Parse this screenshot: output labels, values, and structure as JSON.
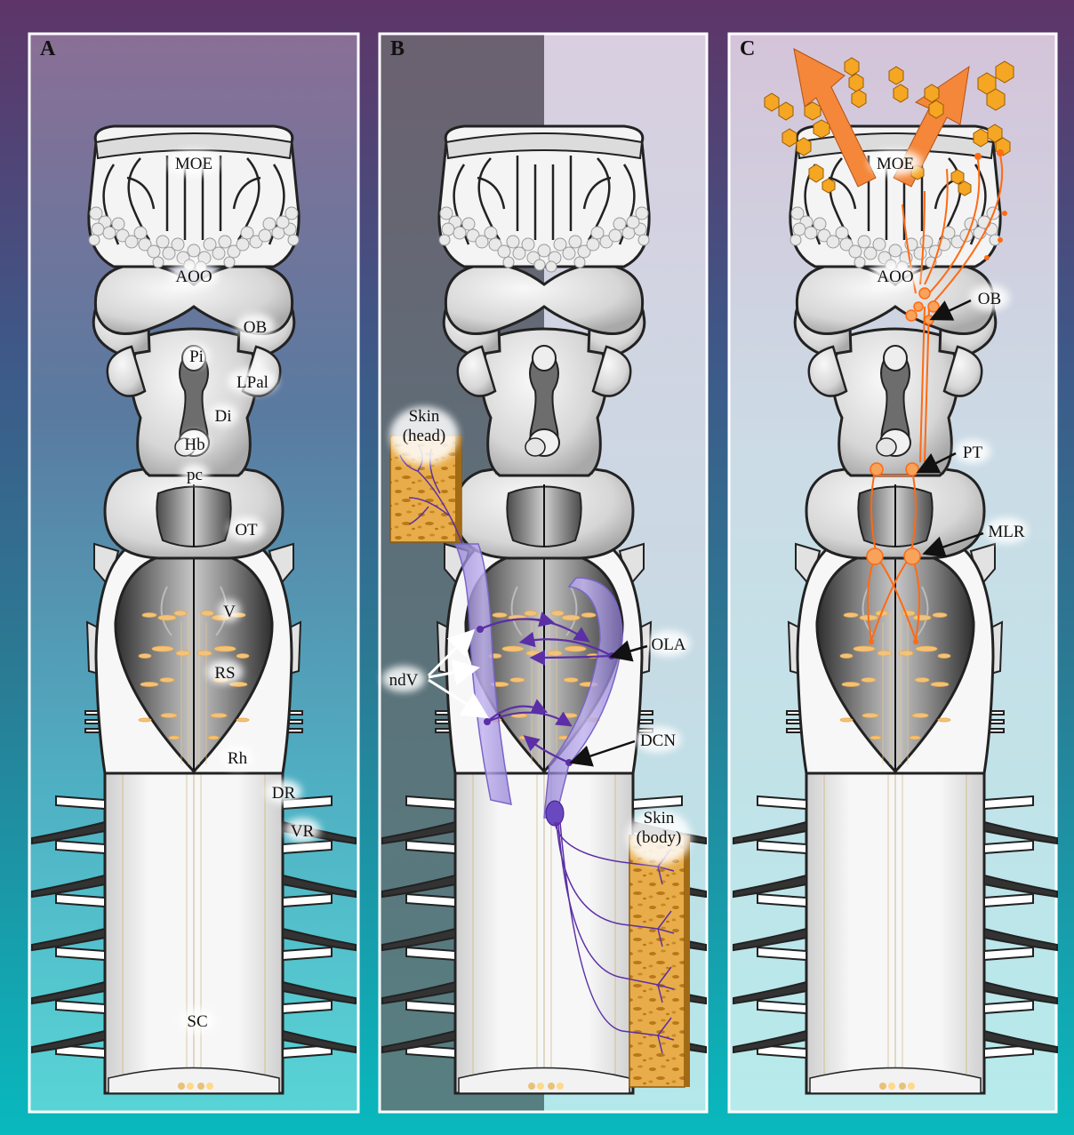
{
  "colors": {
    "frame_top": "#5e3568",
    "frame_bottom": "#08b9be",
    "trigeminal": "#5b2fa6",
    "olfactory": "#ff6a13",
    "skin": "#e4aa46",
    "reticulospinal": "#f3c27a"
  },
  "panels": [
    {
      "letter": "A",
      "labels": {
        "moe": "MOE",
        "aoo": "AOO",
        "ob": "OB",
        "pi": "Pi",
        "lpal": "LPal",
        "di": "Di",
        "hb": "Hb",
        "pc": "pc",
        "ot": "OT",
        "v": "V",
        "rs": "RS",
        "rh": "Rh",
        "dr": "DR",
        "vr": "VR",
        "sc": "SC"
      }
    },
    {
      "letter": "B",
      "labels": {
        "skin_head_1": "Skin",
        "skin_head_2": "(head)",
        "ndv": "ndV",
        "ola": "OLA",
        "dcn": "DCN",
        "skin_body_1": "Skin",
        "skin_body_2": "(body)"
      }
    },
    {
      "letter": "C",
      "labels": {
        "moe": "MOE",
        "aoo": "AOO",
        "ob": "OB",
        "pt": "PT",
        "mlr": "MLR"
      }
    }
  ]
}
